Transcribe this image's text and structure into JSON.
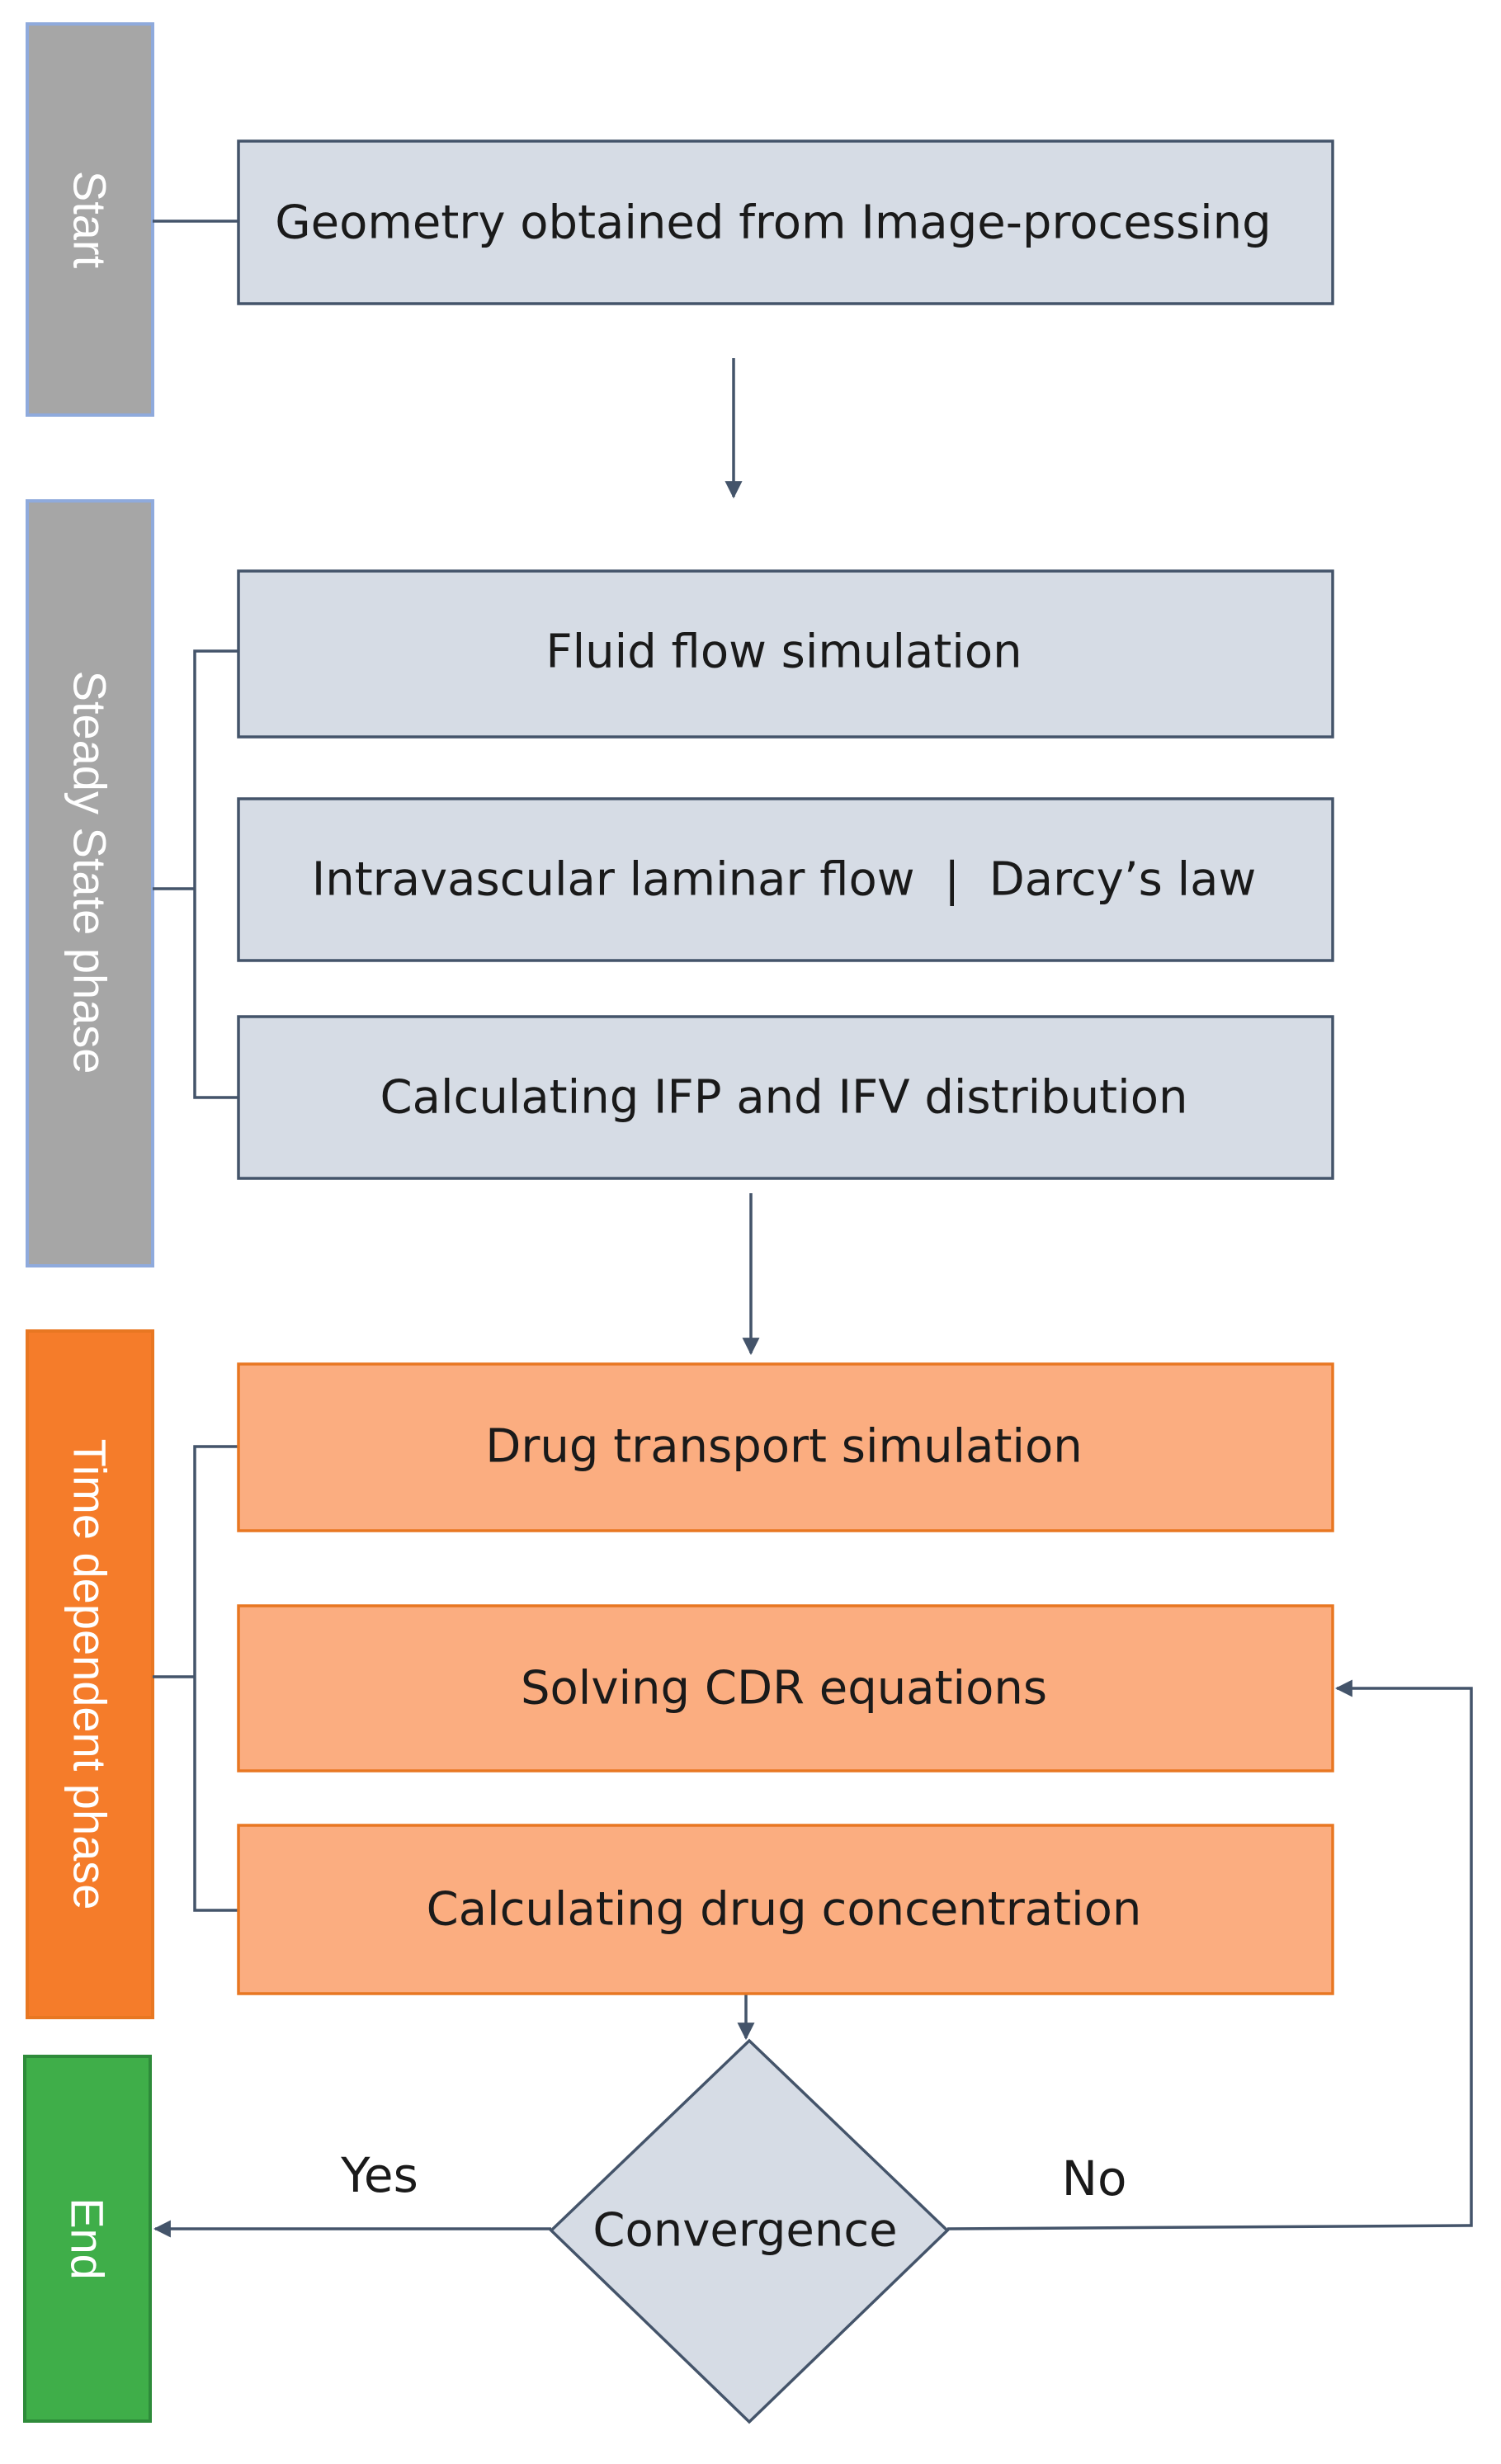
{
  "colors": {
    "phase_gray": "#a6a6a6",
    "phase_gray_border": "#8faadc",
    "phase_orange": "#f57c2a",
    "phase_orange_border": "#e87722",
    "phase_green": "#3fae49",
    "phase_green_border": "#2e8b3a",
    "step_gray": "#d6dce5",
    "step_gray_border": "#44546a",
    "step_orange": "#fbad80",
    "step_orange_border": "#e87722",
    "decision_fill": "#d6dce5",
    "connector": "#44546a"
  },
  "phases": {
    "start": "Start",
    "steady": "Steady State phase",
    "time": "Time dependent phase",
    "end": "End"
  },
  "steps": {
    "geometry": "Geometry obtained from Image-processing",
    "fluid_flow": "Fluid flow simulation",
    "laminar": "Intravascular laminar flow  |  Darcy’s law",
    "ifp": "Calculating IFP and IFV distribution",
    "drug_transport": "Drug transport simulation",
    "cdr": "Solving CDR equations",
    "concentration": "Calculating drug concentration"
  },
  "decision": {
    "label": "Convergence",
    "yes": "Yes",
    "no": "No"
  }
}
